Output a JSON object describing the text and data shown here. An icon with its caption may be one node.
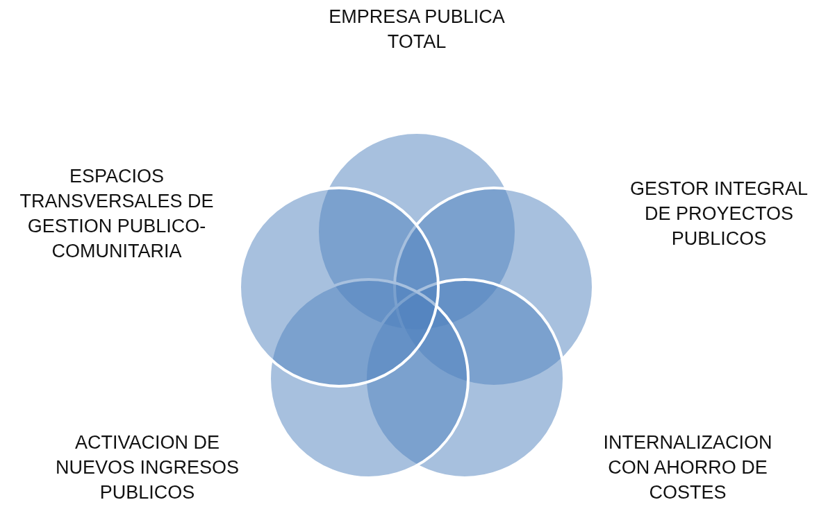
{
  "diagram": {
    "nodes": [
      {
        "text": [],
        "shape": "circle"
      },
      {
        "text": [],
        "shape": "circle",
        "beside": [
          "GESTOR INTEGRAL DE PROYECTOS PUBLICOS"
        ]
      },
      {
        "text": [],
        "shape": "circle",
        "beside": [
          "INTERNALIZACION CON AHORRO DE COSTES"
        ]
      },
      {
        "text": [],
        "shape": "circle",
        "beside": [
          "ACTIVACION DE NUEVOS INGRESOS PUBLICOS"
        ]
      },
      {
        "text": [],
        "shape": "circle",
        "beside": [
          "ESPACIOS TRANSVERSALES DE GESTION PUBLICO-COMUNITARIA"
        ]
      }
    ],
    "edges": [],
    "labels": [
      "EMPRESA PUBLICA TOTAL"
    ]
  }
}
